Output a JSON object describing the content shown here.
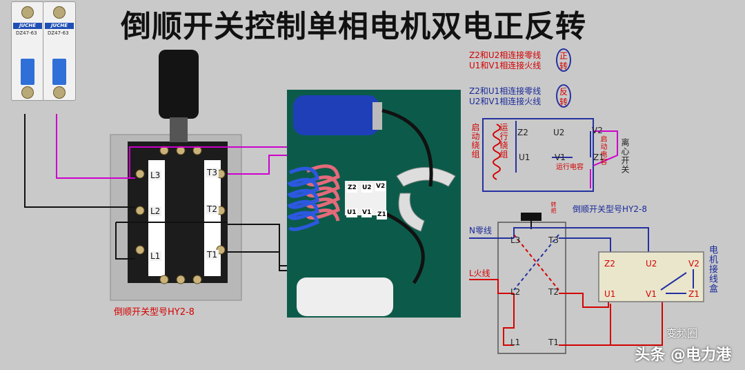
{
  "title": "倒顺开关控制单相电机双电正反转",
  "legend_forward": {
    "line1": "Z2和U2相连接零线",
    "line2": "U1和V1相连接火线",
    "badge_top": "正",
    "badge_bottom": "转"
  },
  "legend_reverse": {
    "line1": "Z2和U1相连接零线",
    "line2": "U2和V1相连接火线",
    "badge_top": "反",
    "badge_bottom": "转"
  },
  "breakers": {
    "brand": "JUCHE",
    "model": "DZ47-63"
  },
  "switch_photo": {
    "terminals": [
      "L3",
      "L2",
      "L1",
      "T3",
      "T2",
      "T1"
    ],
    "caption": "倒顺开关型号HY2-8"
  },
  "motor_photo": {
    "terminals": [
      "Z2",
      "U2",
      "V2",
      "U1",
      "V1",
      "Z1"
    ]
  },
  "motor_schematic": {
    "start_winding_label": "启动绕组",
    "run_winding_label": "运行绕组",
    "start_cap_label": "启动电容",
    "run_cap_label": "运行电容",
    "centrifugal_switch_label": "离心开关",
    "nodes": [
      "Z2",
      "U2",
      "U1",
      "V2",
      "V1",
      "Z1"
    ]
  },
  "wiring_schematic": {
    "switch_caption": "倒顺开关型号HY2-8",
    "handle_label": "转把",
    "neutral_label": "N零线",
    "live_label": "L火线",
    "switch_terminals": [
      "L3",
      "T3",
      "L2",
      "T2",
      "L1",
      "T1"
    ],
    "box_label": "电机接线盒",
    "box_terminals": [
      "Z2",
      "U2",
      "V2",
      "U1",
      "V1",
      "Z1"
    ]
  },
  "watermark": "头条 @电力港",
  "watermark2": "变频圈",
  "colors": {
    "red_wire": "#d40000",
    "blue_wire": "#1a2a9a",
    "magenta_wire": "#cc00cc",
    "black_wire": "#111111"
  }
}
